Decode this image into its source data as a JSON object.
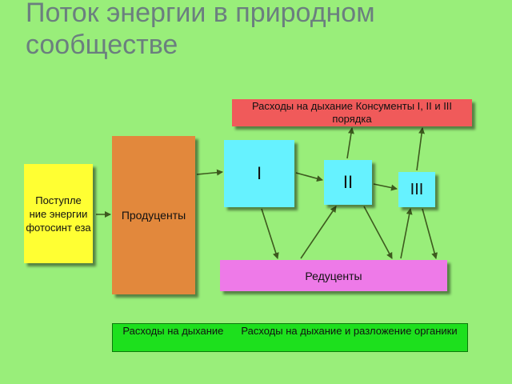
{
  "title": "Поток энергии в природном сообществе",
  "nodes": {
    "source": "Поступле ние энергии фотосинт еза",
    "producers": "Продуценты",
    "consumer_1": "I",
    "consumer_2": "II",
    "consumer_3": "III",
    "respiration_consumers": "Расходы на дыхание Консументы I, II и III порядка",
    "reducers": "Редуценты"
  },
  "bottom_caption": {
    "part1": "Расходы на дыхание",
    "part2": "Расходы на дыхание и разложение органики"
  },
  "colors": {
    "background": "#99EE7A",
    "source": "#FFFF33",
    "producers": "#E2883C",
    "consumers": "#66F2FF",
    "respiration": "#F05A5A",
    "reducers": "#EE7AE8",
    "bottom": "#1DE01D",
    "arrow": "#3D5A1E"
  }
}
